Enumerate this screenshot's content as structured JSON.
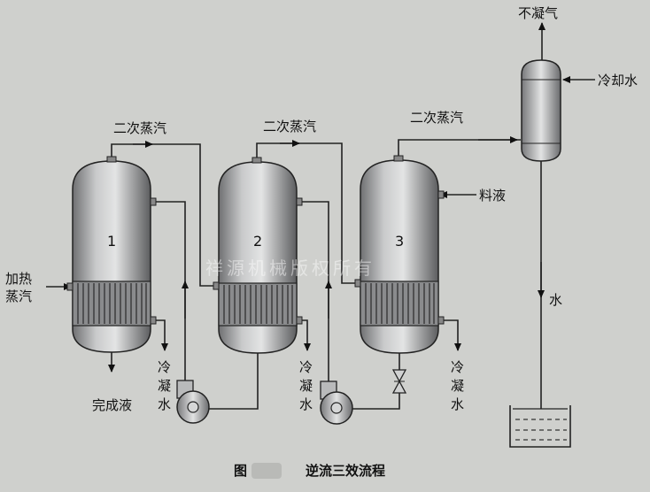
{
  "labels": {
    "noncondensable_gas": "不凝气",
    "cooling_water_in": "冷却水",
    "secondary_steam_1": "二次蒸汽",
    "secondary_steam_2": "二次蒸汽",
    "secondary_steam_3": "二次蒸汽",
    "feed_liquid": "料液",
    "heating_steam_line1": "加热",
    "heating_steam_line2": "蒸汽",
    "condensate_1": [
      "冷",
      "凝",
      "水"
    ],
    "condensate_2": [
      "冷",
      "凝",
      "水"
    ],
    "condensate_3": [
      "冷",
      "凝",
      "水"
    ],
    "finished_liquid": "完成液",
    "water": "水"
  },
  "evaporators": [
    "1",
    "2",
    "3"
  ],
  "caption": {
    "prefix": "图",
    "title": "逆流三效流程"
  },
  "watermark": "祥源机械版权所有"
}
